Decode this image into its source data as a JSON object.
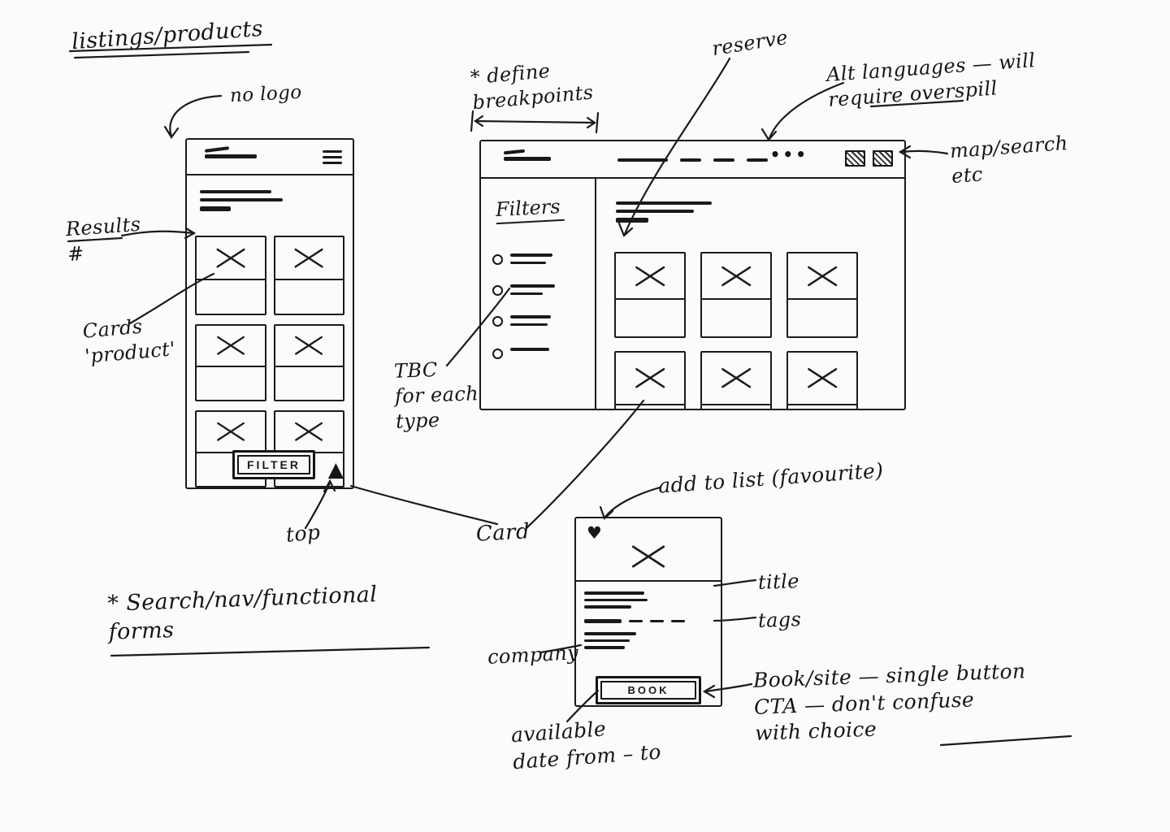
{
  "sketch_title": "listings/products",
  "annotations": {
    "no_logo": "no logo",
    "results": "Results\n#",
    "cards": "Cards\n'product'",
    "top": "top",
    "search_nav_forms": "* Search/nav/functional\nforms",
    "define_breakpoints": "* define\nbreakpoints",
    "reserve": "reserve",
    "alt_languages": "Alt languages — will\nrequire overspill",
    "map_search": "map/search\netc",
    "tbc": "TBC\nfor each\ntype",
    "card": "Card",
    "add_to_list": "add to list (favourite)",
    "title_label": "title",
    "tags_label": "tags",
    "company_label": "company",
    "book_cta": "Book/site — single button\nCTA — don't confuse\nwith choice",
    "available_date": "available\ndate from – to"
  },
  "mobile_wireframe": {
    "filter_button": "FILTER"
  },
  "desktop_wireframe": {
    "filters_heading": "Filters"
  },
  "detail_card": {
    "book_button": "BOOK"
  },
  "icons": {
    "heart": "♥",
    "more_dots": "•••",
    "scroll_top": "▲"
  }
}
